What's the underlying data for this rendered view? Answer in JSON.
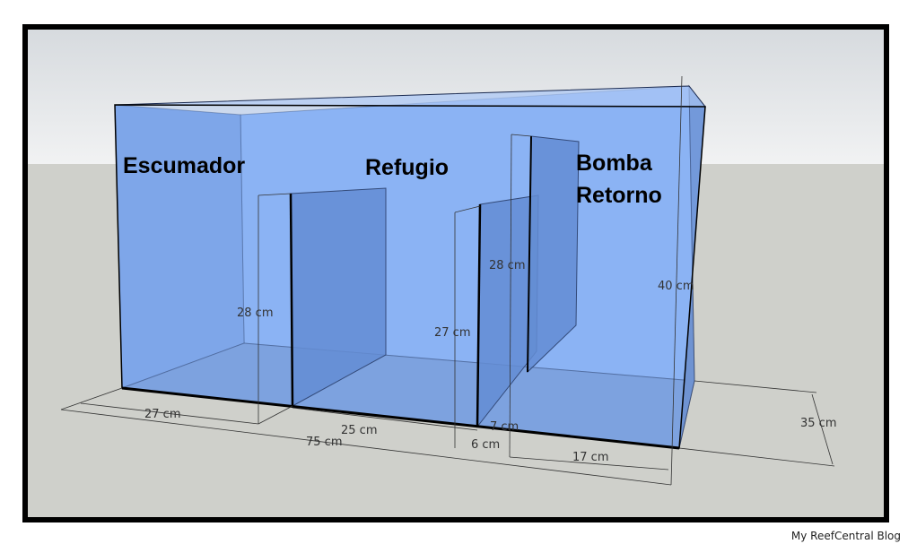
{
  "titles": {
    "escumador": "Escumador",
    "refugio": "Refugio",
    "bomba": "Bomba",
    "retorno": "Retorno"
  },
  "dimensions": {
    "baffle1_height": "28 cm",
    "baffle2_height": "27 cm",
    "baffle3_height": "28 cm",
    "tank_height": "40 cm",
    "section1_length": "27 cm",
    "section2_length": "25 cm",
    "total_length": "75 cm",
    "gap_7": "7 cm",
    "gap_6": "6 cm",
    "section3_length": "17 cm",
    "tank_depth": "35 cm"
  },
  "footer": "My ReefCentral Blog",
  "colors": {
    "water": "#7fa8ee",
    "baffle": "#5f86c8",
    "ground": "#cfd0cb"
  }
}
